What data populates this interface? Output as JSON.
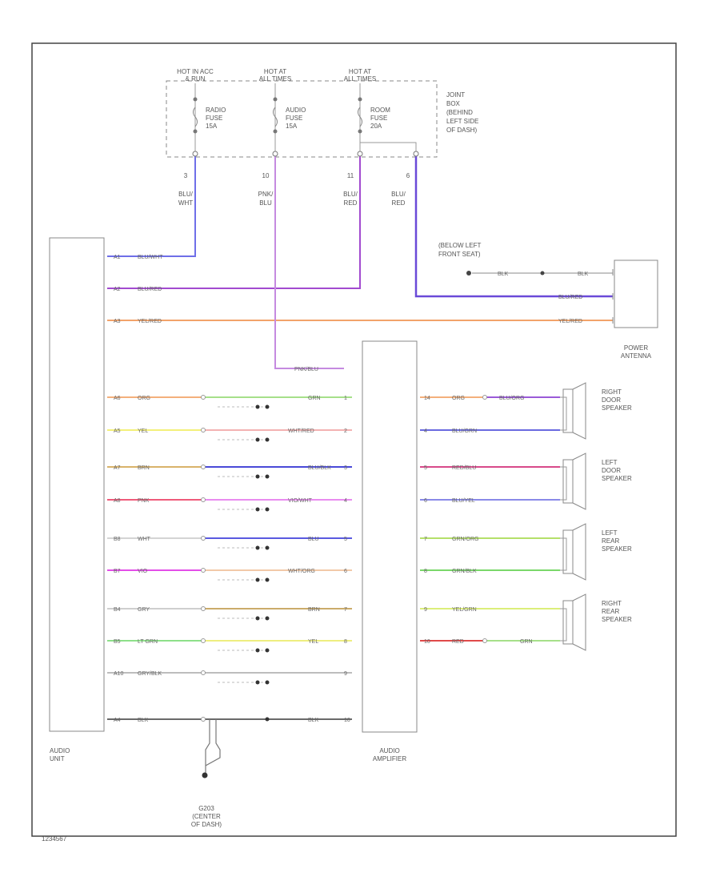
{
  "fuse_box": {
    "columns": [
      {
        "hot": [
          "HOT IN ACC",
          "& RUN"
        ],
        "fuse": [
          "RADIO",
          "FUSE",
          "15A"
        ],
        "pin": "3",
        "wire": [
          "BLU/",
          "WHT"
        ]
      },
      {
        "hot": [
          "HOT AT",
          "ALL TIMES"
        ],
        "fuse": [
          "AUDIO",
          "FUSE",
          "15A"
        ],
        "pin": "10",
        "wire": [
          "PNK/",
          "BLU"
        ]
      },
      {
        "hot": [
          "HOT AT",
          "ALL TIMES"
        ],
        "fuse": [
          "ROOM",
          "FUSE",
          "20A"
        ],
        "pin": "11",
        "wire": [
          "BLU/",
          "RED"
        ]
      }
    ],
    "extra_pin": "6",
    "extra_wire": [
      "BLU/",
      "RED"
    ],
    "location": [
      "JOINT",
      "BOX",
      "(BEHIND",
      "LEFT SIDE",
      "OF DASH)"
    ]
  },
  "audio_unit": {
    "label": [
      "AUDIO",
      "UNIT"
    ]
  },
  "audio_amplifier": {
    "label": [
      "AUDIO",
      "AMPLIFIER"
    ]
  },
  "power_antenna": {
    "label": [
      "POWER",
      "ANTENNA"
    ],
    "ground": [
      "(BELOW LEFT",
      "FRONT SEAT)"
    ],
    "ground_wire": "BLK",
    "ground_wire2": "BLK"
  },
  "unit_power_wires": [
    {
      "pin": "A1",
      "label": "BLU/WHT",
      "color": "#6f6fe8"
    },
    {
      "pin": "A2",
      "label": "BLU/RED",
      "color": "#a24ad0"
    },
    {
      "pin": "A3",
      "label": "YEL/RED",
      "color": "#f2a36a"
    }
  ],
  "antenna_wires": [
    "BLU/RED",
    "YEL/RED"
  ],
  "amp_power_wire": "PNK/BLU",
  "unit_amp_wires": [
    {
      "pin": "A6",
      "left": "ORG",
      "left_color": "#f4b07c",
      "right": "GRN",
      "right_color": "#a6e08a",
      "rpin": "1"
    },
    {
      "pin": "A5",
      "left": "YEL",
      "left_color": "#f3f07a",
      "right": "WHT/RED",
      "right_color": "#f3b2b2",
      "rpin": "2"
    },
    {
      "pin": "A7",
      "left": "BRN",
      "left_color": "#d9b36a",
      "right": "BLU/BLK",
      "right_color": "#4a4ad8",
      "rpin": "3"
    },
    {
      "pin": "A8",
      "left": "PNK",
      "left_color": "#ef5b7a",
      "right": "VIO/WHT",
      "right_color": "#e98cf0",
      "rpin": "4"
    },
    {
      "pin": "B8",
      "left": "WHT",
      "left_color": "#d4d4d4",
      "right": "BLU",
      "right_color": "#5a5ae0",
      "rpin": "5"
    },
    {
      "pin": "B7",
      "left": "VIO",
      "left_color": "#e34ee8",
      "right": "WHT/ORG",
      "right_color": "#f2c9a8",
      "rpin": "6"
    },
    {
      "pin": "B4",
      "left": "GRY",
      "left_color": "#cfcfcf",
      "right": "BRN",
      "right_color": "#cbab6a",
      "rpin": "7"
    },
    {
      "pin": "B5",
      "left": "LT GRN",
      "left_color": "#8ee08a",
      "right": "YEL",
      "right_color": "#eeee80",
      "rpin": "8"
    },
    {
      "pin": "A10",
      "left": "GRY/BLK",
      "left_color": "#bdbdbd",
      "right": "",
      "right_color": "#bdbdbd",
      "rpin": "9"
    },
    {
      "pin": "A4",
      "left": "BLK",
      "left_color": "#6a6a6a",
      "right": "BLK",
      "right_color": "#6a6a6a",
      "rpin": "10"
    }
  ],
  "speakers": [
    {
      "label": [
        "RIGHT",
        "DOOR",
        "SPEAKER"
      ],
      "wires": [
        {
          "pin": "14",
          "left": "ORG",
          "label": "BLU/ORG",
          "color": "#9a5ad8"
        },
        {
          "pin": "4",
          "left": "",
          "label": "BLU/GRN",
          "color": "#6a6ae0"
        }
      ]
    },
    {
      "label": [
        "LEFT",
        "DOOR",
        "SPEAKER"
      ],
      "wires": [
        {
          "pin": "5",
          "left": "",
          "label": "RED/BLU",
          "color": "#d84a8a"
        },
        {
          "pin": "6",
          "left": "",
          "label": "BLU/YEL",
          "color": "#8a8ae8"
        }
      ]
    },
    {
      "label": [
        "LEFT",
        "REAR",
        "SPEAKER"
      ],
      "wires": [
        {
          "pin": "7",
          "left": "",
          "label": "GRN/ORG",
          "color": "#b5e06a"
        },
        {
          "pin": "8",
          "left": "",
          "label": "GRN/BLK",
          "color": "#7ad86a"
        }
      ]
    },
    {
      "label": [
        "RIGHT",
        "REAR",
        "SPEAKER"
      ],
      "wires": [
        {
          "pin": "9",
          "left": "",
          "label": "YEL/GRN",
          "color": "#dcee7a"
        },
        {
          "pin": "10",
          "left": "RED",
          "label": "GRN",
          "color": "#a6e08a"
        }
      ]
    }
  ],
  "ground": {
    "label": [
      "G203",
      "(CENTER",
      "OF DASH)"
    ]
  },
  "diagram_id": "1234567"
}
